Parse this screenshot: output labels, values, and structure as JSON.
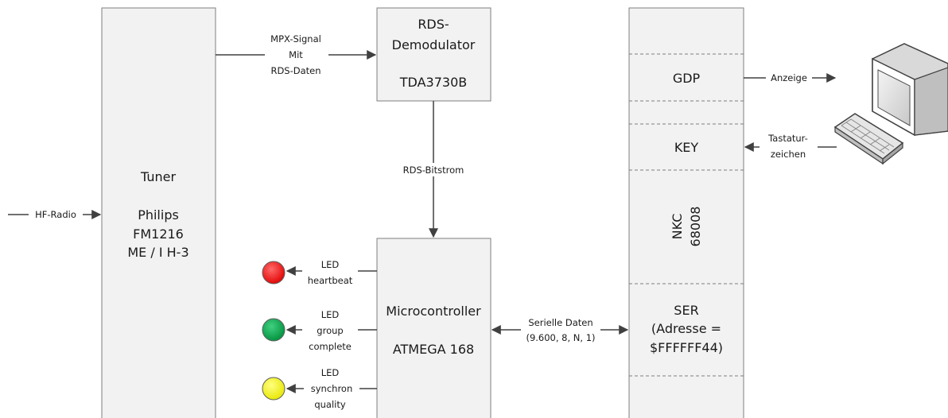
{
  "tuner": {
    "line1": "Tuner",
    "line2": "Philips",
    "line3": "FM1216",
    "line4": "ME / I H-3"
  },
  "hf_label": "HF-Radio",
  "mpx_label": {
    "line1": "MPX-Signal",
    "line2": "Mit",
    "line3": "RDS-Daten"
  },
  "demodulator": {
    "line1": "RDS-",
    "line2": "Demodulator",
    "line3": "TDA3730B"
  },
  "bitstream_label": "RDS-Bitstrom",
  "microcontroller": {
    "line1": "Microcontroller",
    "line2": "ATMEGA 168"
  },
  "serial_label": {
    "line1": "Serielle Daten",
    "line2": "(9.600, 8, N, 1)"
  },
  "nkc": {
    "gdp": "GDP",
    "key": "KEY",
    "name_line1": "NKC",
    "name_line2": "68008",
    "ser": {
      "line1": "SER",
      "line2": "(Adresse =",
      "line3": "$FFFFFF44)"
    }
  },
  "anzeige_label": "Anzeige",
  "tastatur_label": {
    "line1": "Tastatur-",
    "line2": "zeichen"
  },
  "leds": [
    {
      "color": "#ff0000",
      "label_line1": "LED",
      "label_line2": "heartbeat",
      "label_line3": ""
    },
    {
      "color": "#00a04a",
      "label_line1": "LED",
      "label_line2": "group",
      "label_line3": "complete"
    },
    {
      "color": "#f0f000",
      "label_line1": "LED",
      "label_line2": "synchron",
      "label_line3": "quality"
    }
  ]
}
